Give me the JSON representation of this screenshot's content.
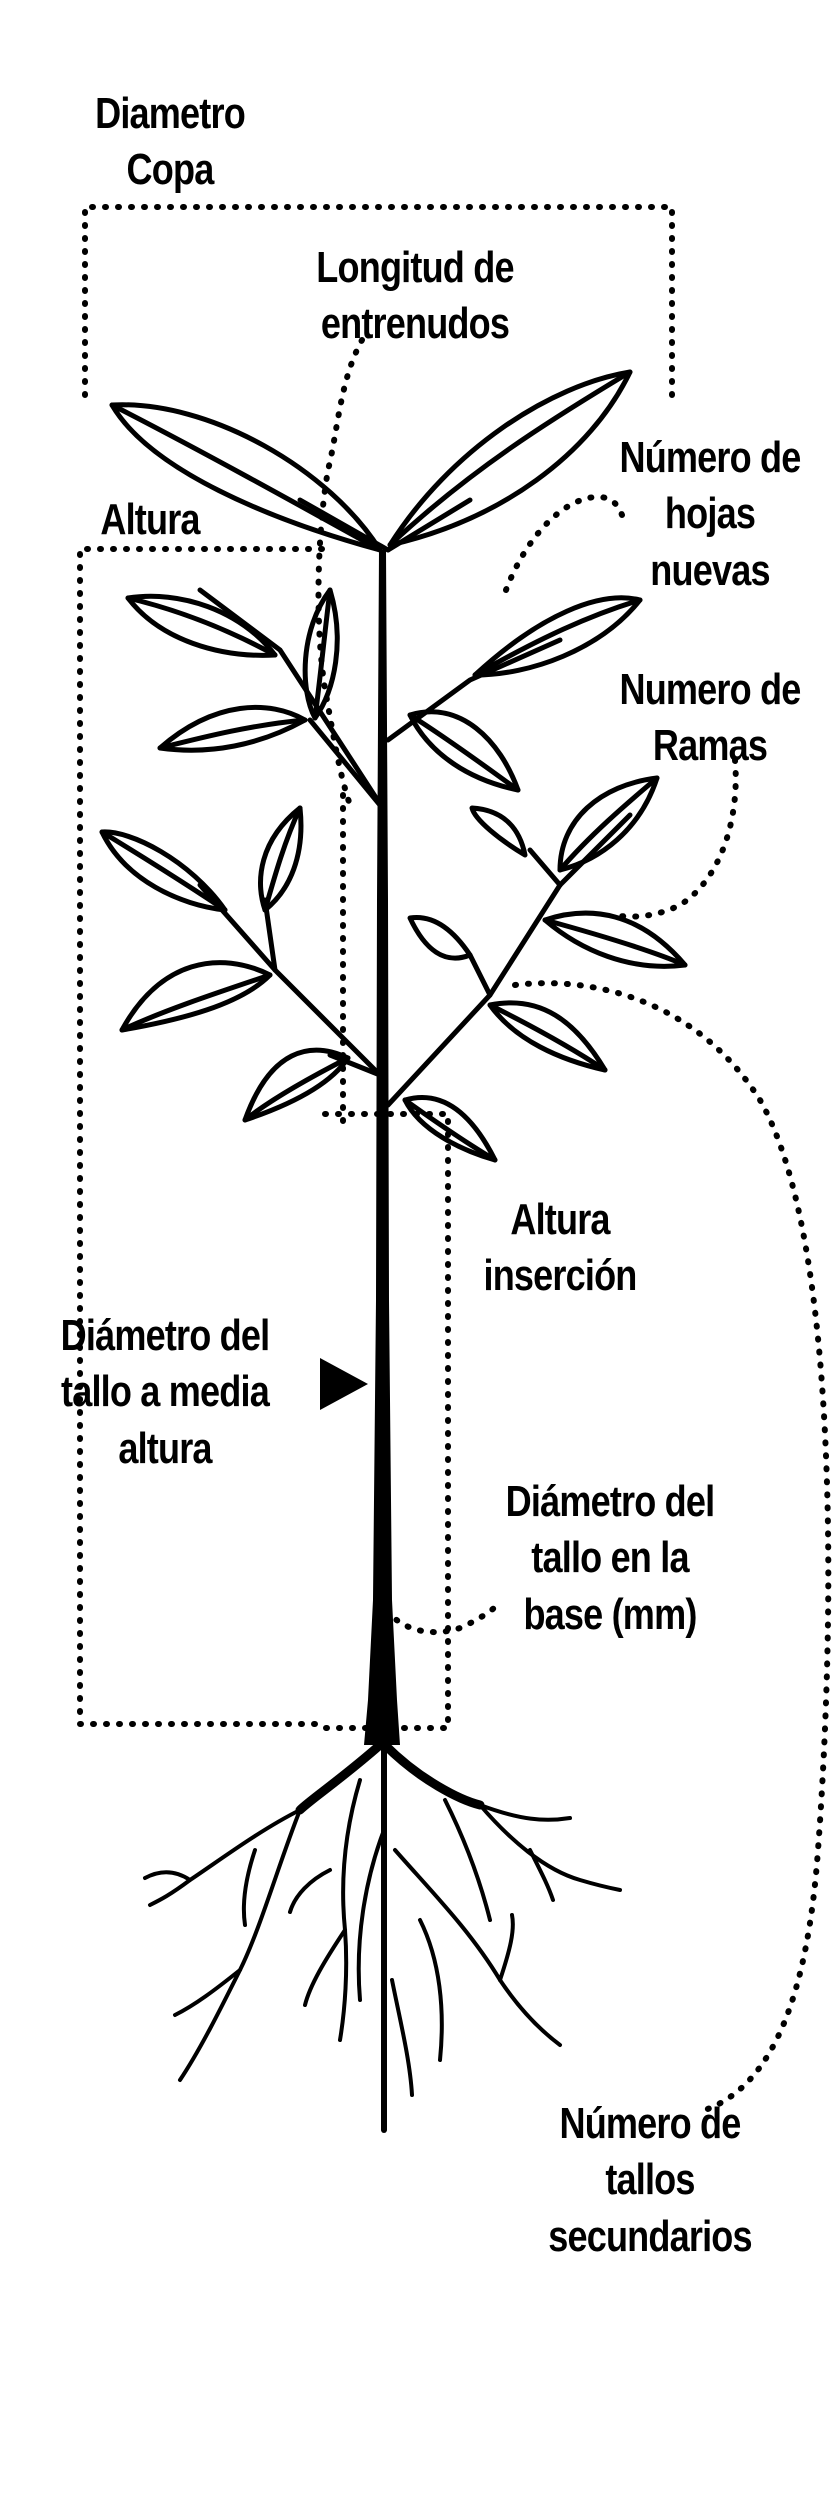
{
  "diagram": {
    "labels": {
      "diametro_copa": [
        "Diametro",
        "Copa"
      ],
      "longitud_entrenudos": [
        "Longitud de",
        "entrenudos"
      ],
      "numero_hojas": [
        "Número de",
        "hojas",
        "nuevas"
      ],
      "altura": [
        "Altura"
      ],
      "numero_ramas": [
        "Numero de",
        "Ramas"
      ],
      "altura_insercion": [
        "Altura",
        "inserción"
      ],
      "diametro_media": [
        "Diámetro del",
        "tallo a media",
        "altura"
      ],
      "diametro_base": [
        "Diámetro del",
        "tallo en la",
        "base (mm)"
      ],
      "tallos_secundarios": [
        "Número de",
        "tallos",
        "secundarios"
      ]
    },
    "colors": {
      "ink": "#000000",
      "background": "#ffffff"
    },
    "icons": {
      "pointer": "arrow-right-triangle-icon"
    }
  }
}
